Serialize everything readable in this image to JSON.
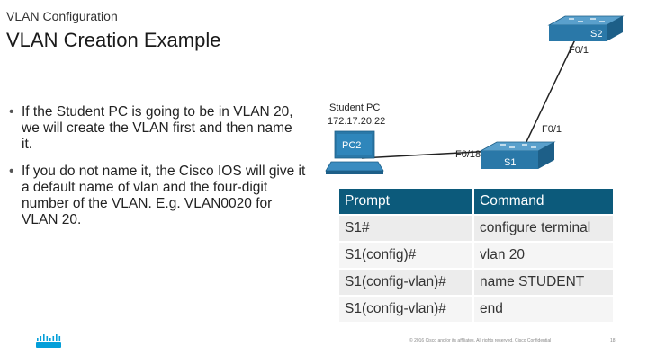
{
  "header": {
    "section": "VLAN Configuration",
    "title": "VLAN Creation Example"
  },
  "bullets": [
    "If the Student PC is going to be in VLAN 20, we will create the VLAN first and then name it.",
    "If you do not name it, the Cisco IOS will give it a default name of vlan and the four-digit number of the VLAN. E.g. VLAN0020 for VLAN 20."
  ],
  "diagram": {
    "s2_label": "S2",
    "s2_port": "F0/1",
    "s1_label": "S1",
    "s1_port_up": "F0/1",
    "s1_port_pc": "F0/18",
    "pc_name": "Student PC",
    "pc_ip": "172.17.20.22",
    "pc_label": "PC2"
  },
  "table": {
    "headers": [
      "Prompt",
      "Command"
    ],
    "rows": [
      [
        "S1#",
        "configure terminal"
      ],
      [
        "S1(config)#",
        "vlan 20"
      ],
      [
        "S1(config-vlan)#",
        "name STUDENT"
      ],
      [
        "S1(config-vlan)#",
        "end"
      ]
    ]
  },
  "footer": {
    "copyright": "© 2016 Cisco and/or its affiliates. All rights reserved. Cisco Confidential",
    "page": "18"
  },
  "colors": {
    "table_header": "#0c5a7b",
    "switch_blue": "#2a78a8",
    "link_line": "#222222"
  },
  "icons": [
    "switch-icon",
    "pc-icon",
    "cisco-logo"
  ]
}
